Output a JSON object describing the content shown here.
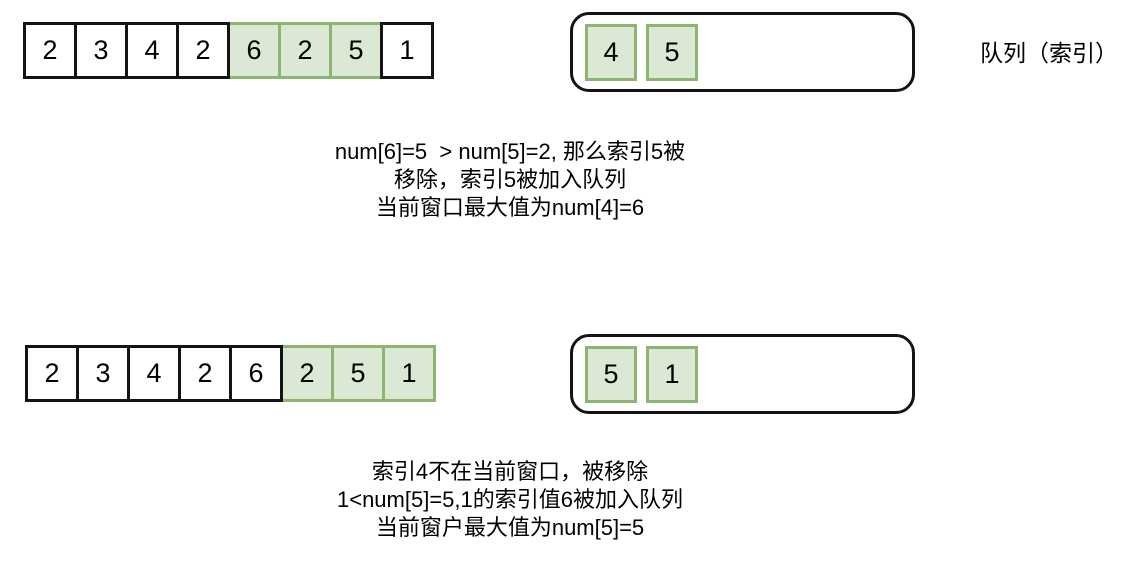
{
  "queue_label": "队列（索引）",
  "colors": {
    "green_fill": "#dbe8d3",
    "green_border": "#8cb571",
    "line_color": "#141414"
  },
  "step1": {
    "array": [
      {
        "value": "2",
        "highlight": false
      },
      {
        "value": "3",
        "highlight": false
      },
      {
        "value": "4",
        "highlight": false
      },
      {
        "value": "2",
        "highlight": false
      },
      {
        "value": "6",
        "highlight": true
      },
      {
        "value": "2",
        "highlight": true
      },
      {
        "value": "5",
        "highlight": true
      },
      {
        "value": "1",
        "highlight": false
      }
    ],
    "queue": [
      "4",
      "5"
    ],
    "caption_lines": [
      "num[6]=5  > num[5]=2, 那么索引5被",
      "移除，索引5被加入队列",
      "当前窗口最大值为num[4]=6"
    ]
  },
  "step2": {
    "array": [
      {
        "value": "2",
        "highlight": false
      },
      {
        "value": "3",
        "highlight": false
      },
      {
        "value": "4",
        "highlight": false
      },
      {
        "value": "2",
        "highlight": false
      },
      {
        "value": "6",
        "highlight": false
      },
      {
        "value": "2",
        "highlight": true
      },
      {
        "value": "5",
        "highlight": true
      },
      {
        "value": "1",
        "highlight": true
      }
    ],
    "queue": [
      "5",
      "1"
    ],
    "caption_lines": [
      "索引4不在当前窗口，被移除",
      "1<num[5]=5,1的索引值6被加入队列",
      "当前窗户最大值为num[5]=5"
    ]
  }
}
